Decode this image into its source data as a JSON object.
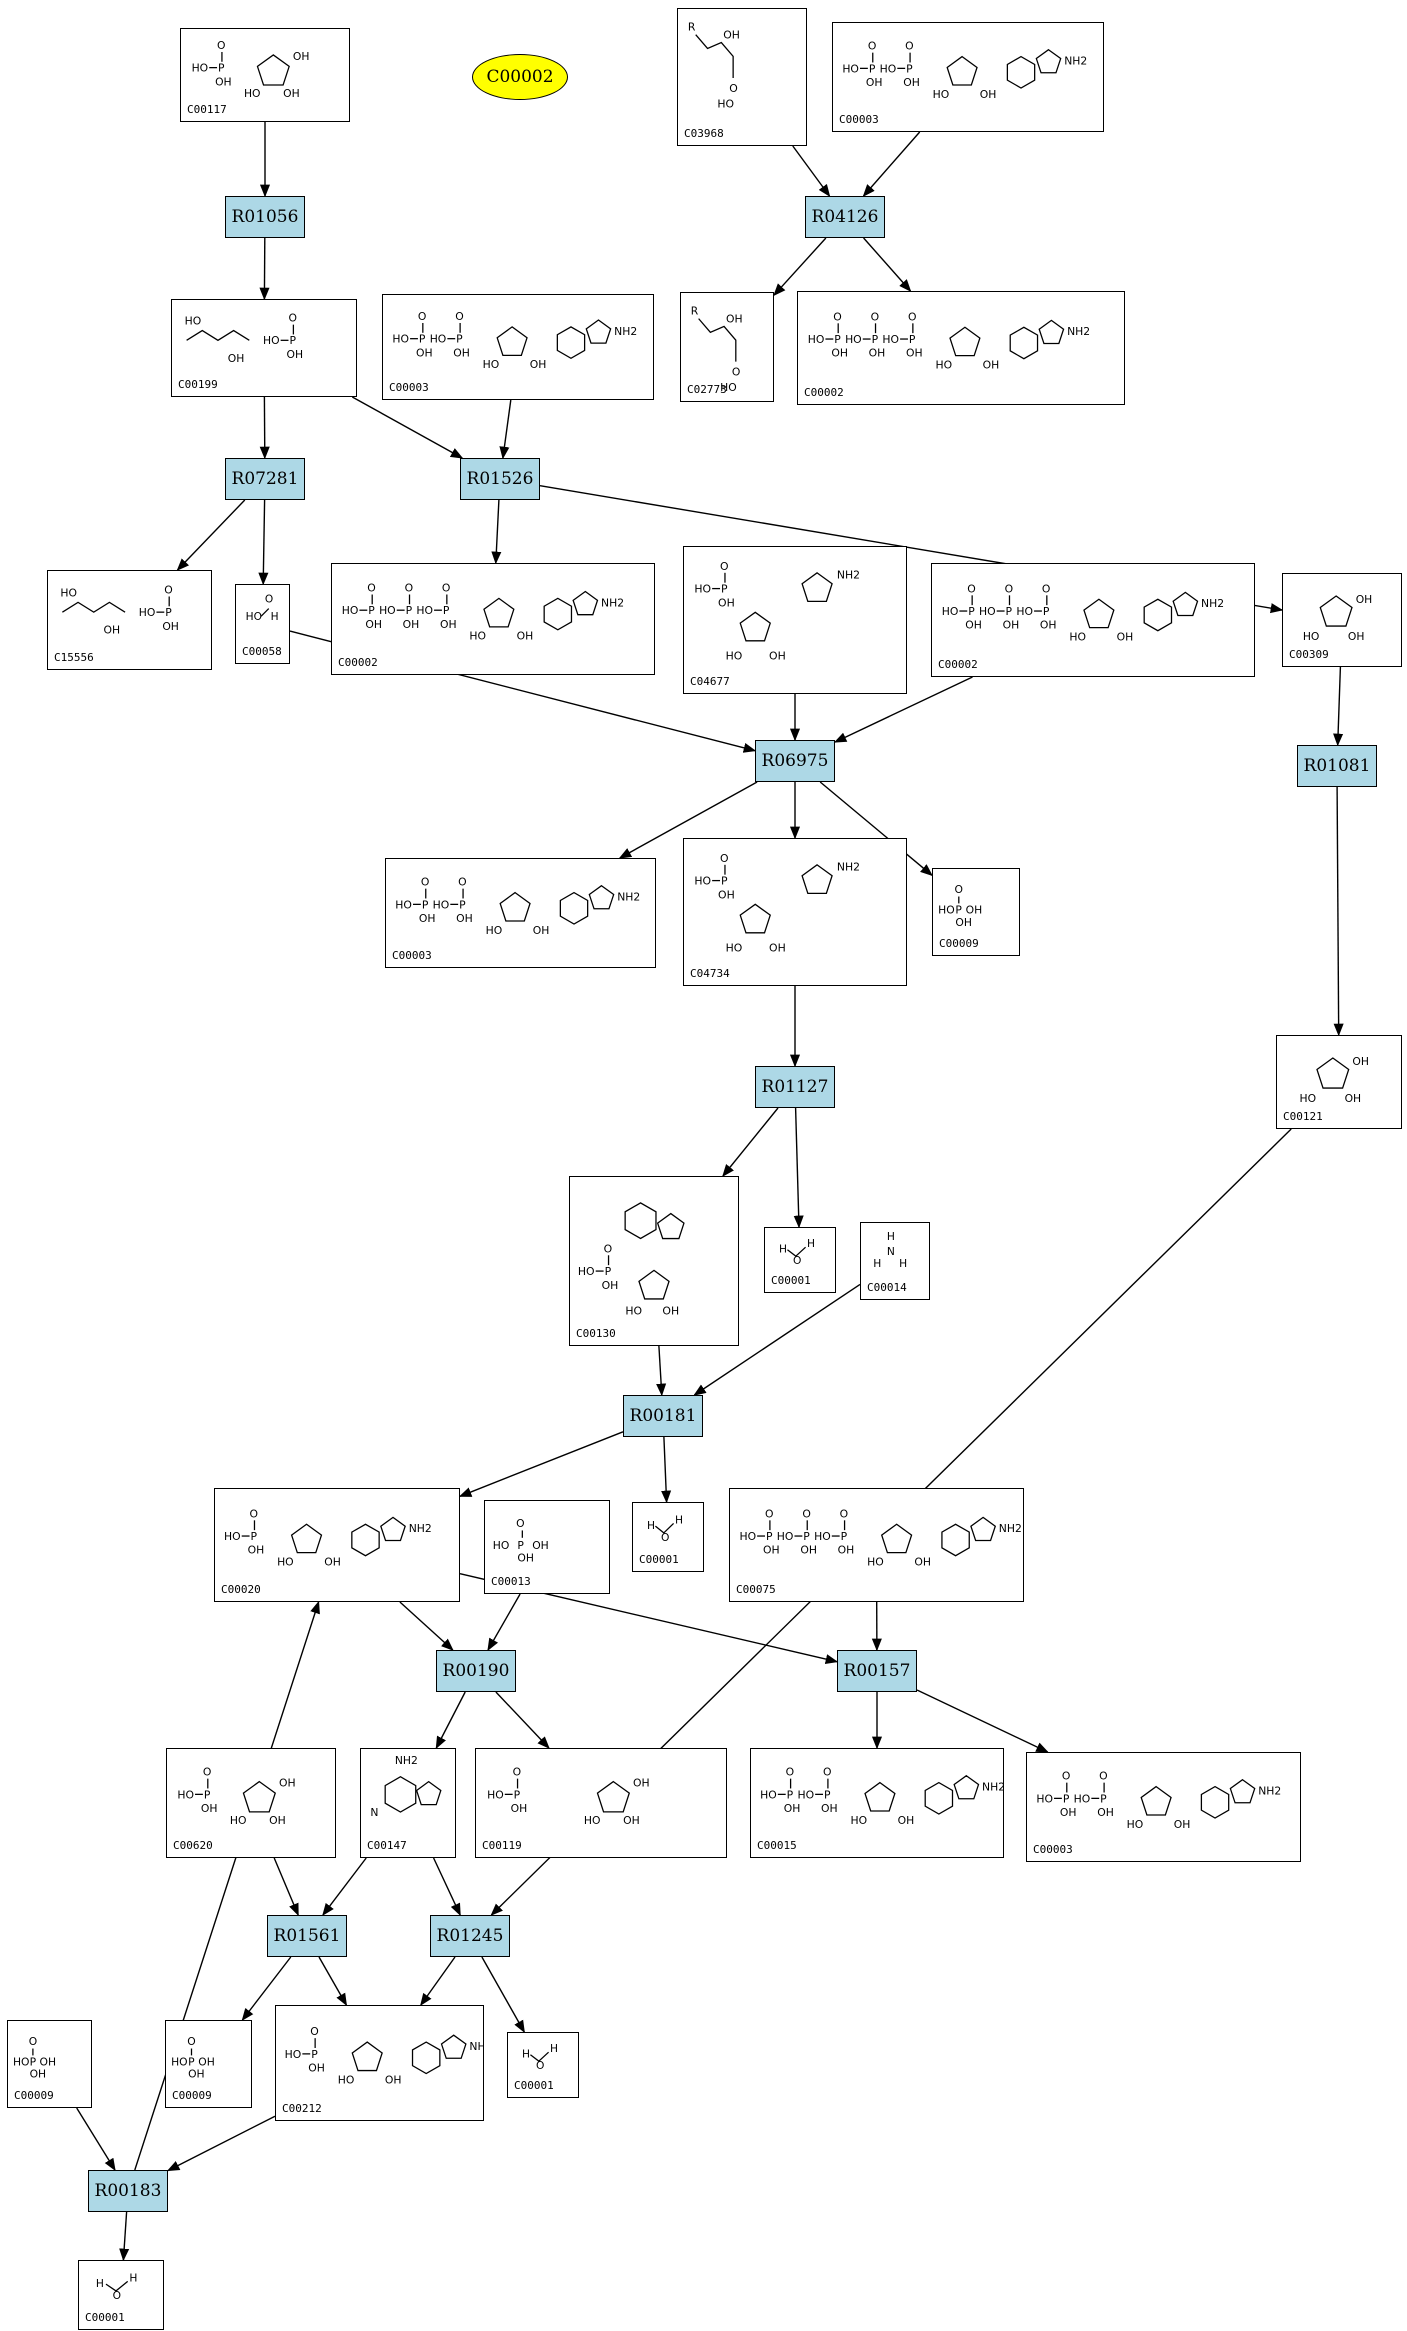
{
  "highlight": {
    "label": "C00002",
    "color": "#ffff00"
  },
  "reaction_color": "#add8e6",
  "reactions": [
    {
      "id": "r-R01056",
      "label": "R01056"
    },
    {
      "id": "r-R04126",
      "label": "R04126"
    },
    {
      "id": "r-R07281",
      "label": "R07281"
    },
    {
      "id": "r-R01526",
      "label": "R01526"
    },
    {
      "id": "r-R06975",
      "label": "R06975"
    },
    {
      "id": "r-R01081",
      "label": "R01081"
    },
    {
      "id": "r-R01127",
      "label": "R01127"
    },
    {
      "id": "r-R00181",
      "label": "R00181"
    },
    {
      "id": "r-R00190",
      "label": "R00190"
    },
    {
      "id": "r-R00157",
      "label": "R00157"
    },
    {
      "id": "r-R01561",
      "label": "R01561"
    },
    {
      "id": "r-R01245",
      "label": "R01245"
    },
    {
      "id": "r-R00183",
      "label": "R00183"
    }
  ],
  "compounds": [
    {
      "id": "c1",
      "label": "C00117",
      "type": "sugarP"
    },
    {
      "id": "c2",
      "label": "C03968",
      "type": "glycerol"
    },
    {
      "id": "c3",
      "label": "C00003",
      "type": "nucleotide"
    },
    {
      "id": "c4",
      "label": "C00199",
      "type": "chain"
    },
    {
      "id": "c5",
      "label": "C00003",
      "type": "nucleotide"
    },
    {
      "id": "c6",
      "label": "C02773",
      "type": "glycerol"
    },
    {
      "id": "c7",
      "label": "C00002",
      "type": "nucleotide"
    },
    {
      "id": "c8",
      "label": "C15556",
      "type": "chain"
    },
    {
      "id": "c9",
      "label": "C00058",
      "type": "small"
    },
    {
      "id": "c10",
      "label": "C00002",
      "type": "nucleotide"
    },
    {
      "id": "c11",
      "label": "C04677",
      "type": "imidazole"
    },
    {
      "id": "c12",
      "label": "C00002",
      "type": "nucleotide"
    },
    {
      "id": "c13",
      "label": "C00309",
      "type": "sugar"
    },
    {
      "id": "c14",
      "label": "C00003",
      "type": "nucleotide"
    },
    {
      "id": "c15",
      "label": "C04734",
      "type": "imidazole"
    },
    {
      "id": "c16",
      "label": "C00009",
      "type": "phosphate"
    },
    {
      "id": "c17",
      "label": "C00121",
      "type": "sugar"
    },
    {
      "id": "c18",
      "label": "C00130",
      "type": "imp"
    },
    {
      "id": "c19",
      "label": "C00001",
      "type": "water"
    },
    {
      "id": "c20",
      "label": "C00014",
      "type": "ammonia"
    },
    {
      "id": "c21",
      "label": "C00020",
      "type": "nucleotide"
    },
    {
      "id": "c22",
      "label": "C00013",
      "type": "phosphate"
    },
    {
      "id": "c23",
      "label": "C00001",
      "type": "water"
    },
    {
      "id": "c24",
      "label": "C00075",
      "type": "nucleotide"
    },
    {
      "id": "c25",
      "label": "C00620",
      "type": "sugarP"
    },
    {
      "id": "c26",
      "label": "C00147",
      "type": "adenine"
    },
    {
      "id": "c27",
      "label": "C00119",
      "type": "sugarP"
    },
    {
      "id": "c28",
      "label": "C00015",
      "type": "nucleotide"
    },
    {
      "id": "c29",
      "label": "C00003",
      "type": "nucleotide"
    },
    {
      "id": "c30",
      "label": "C00009",
      "type": "phosphate"
    },
    {
      "id": "c31",
      "label": "C00009",
      "type": "phosphate"
    },
    {
      "id": "c32",
      "label": "C00212",
      "type": "nucleotide"
    },
    {
      "id": "c33",
      "label": "C00001",
      "type": "water"
    },
    {
      "id": "c34",
      "label": "C00001",
      "type": "water"
    }
  ],
  "edges": [
    [
      "c1",
      "r-R01056"
    ],
    [
      "r-R01056",
      "c4"
    ],
    [
      "c2",
      "r-R04126"
    ],
    [
      "c3",
      "r-R04126"
    ],
    [
      "r-R04126",
      "c6"
    ],
    [
      "r-R04126",
      "c7"
    ],
    [
      "c4",
      "r-R07281"
    ],
    [
      "c4",
      "r-R01526"
    ],
    [
      "c5",
      "r-R01526"
    ],
    [
      "r-R07281",
      "c8"
    ],
    [
      "r-R07281",
      "c9"
    ],
    [
      "r-R01526",
      "c10"
    ],
    [
      "r-R01526",
      "c13"
    ],
    [
      "c9",
      "r-R06975"
    ],
    [
      "c11",
      "r-R06975"
    ],
    [
      "c12",
      "r-R06975"
    ],
    [
      "r-R06975",
      "c14"
    ],
    [
      "r-R06975",
      "c15"
    ],
    [
      "r-R06975",
      "c16"
    ],
    [
      "c13",
      "r-R01081"
    ],
    [
      "r-R01081",
      "c17"
    ],
    [
      "c15",
      "r-R01127"
    ],
    [
      "r-R01127",
      "c18"
    ],
    [
      "r-R01127",
      "c19"
    ],
    [
      "c18",
      "r-R00181"
    ],
    [
      "c20",
      "r-R00181"
    ],
    [
      "r-R00181",
      "c21"
    ],
    [
      "r-R00181",
      "c23"
    ],
    [
      "c21",
      "r-R00190"
    ],
    [
      "c22",
      "r-R00190"
    ],
    [
      "c21",
      "r-R00157"
    ],
    [
      "c24",
      "r-R00157"
    ],
    [
      "r-R00190",
      "c26"
    ],
    [
      "r-R00190",
      "c27"
    ],
    [
      "r-R00157",
      "c28"
    ],
    [
      "r-R00157",
      "c29"
    ],
    [
      "c25",
      "r-R01561"
    ],
    [
      "c26",
      "r-R01561"
    ],
    [
      "c26",
      "r-R01245"
    ],
    [
      "c17",
      "r-R01245"
    ],
    [
      "r-R01561",
      "c30"
    ],
    [
      "r-R01561",
      "c32"
    ],
    [
      "r-R01245",
      "c32"
    ],
    [
      "r-R01245",
      "c33"
    ],
    [
      "c31",
      "r-R00183"
    ],
    [
      "c32",
      "r-R00183"
    ],
    [
      "r-R00183",
      "c34"
    ],
    [
      "r-R00183",
      "c21"
    ]
  ]
}
